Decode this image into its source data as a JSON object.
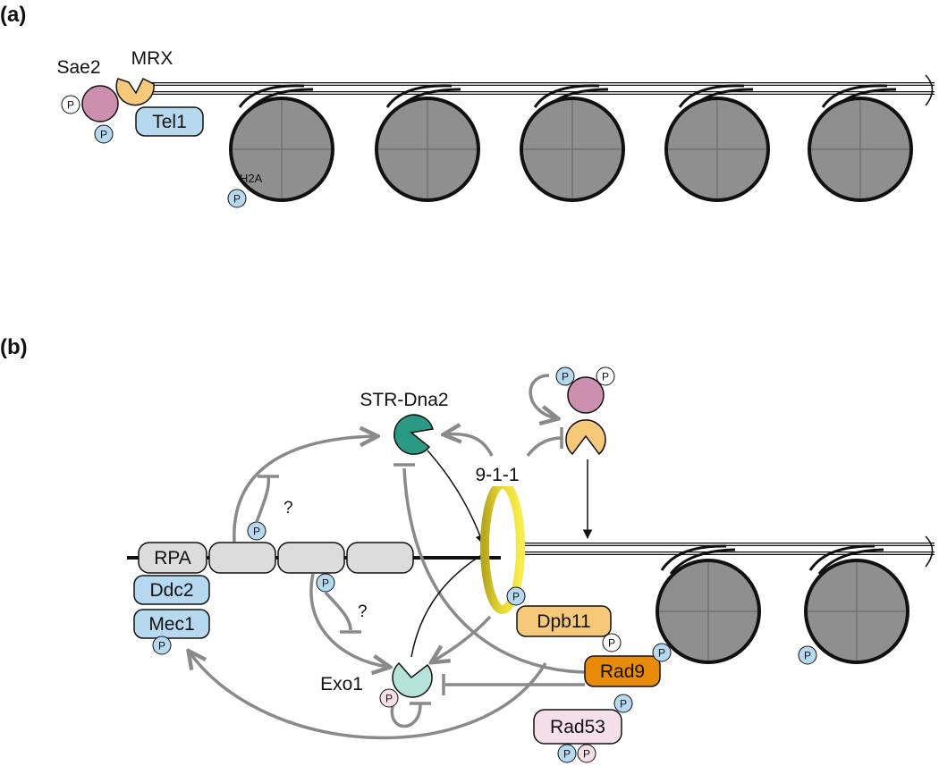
{
  "panels": {
    "a": {
      "label": "(a)",
      "sae2": "Sae2",
      "mrx": "MRX",
      "tel1": "Tel1",
      "h2a": "H2A"
    },
    "b": {
      "label": "(b)",
      "str_dna2": "STR-Dna2",
      "nine_one_one": "9-1-1",
      "rpa": "RPA",
      "ddc2": "Ddc2",
      "mec1": "Mec1",
      "exo1": "Exo1",
      "dpb11": "Dpb11",
      "rad9": "Rad9",
      "rad53": "Rad53",
      "question": "?"
    }
  },
  "phospho_label": "P",
  "colors": {
    "sae2": "#cc8fb0",
    "mrx": "#f5c87a",
    "tel1": "#b7d9f0",
    "nucleosome": "#8f8f8f",
    "str_dna2": "#2a9a84",
    "exo1": "#b5e3d8",
    "ring_911": "#f0e030",
    "rpa": "#dcdcdc",
    "ddc2_mec1": "#b7d9f0",
    "dpb11": "#f5c87a",
    "rad9": "#e88a0a",
    "rad53": "#f5dfe8",
    "arrow_gray": "#8a8a8a"
  }
}
